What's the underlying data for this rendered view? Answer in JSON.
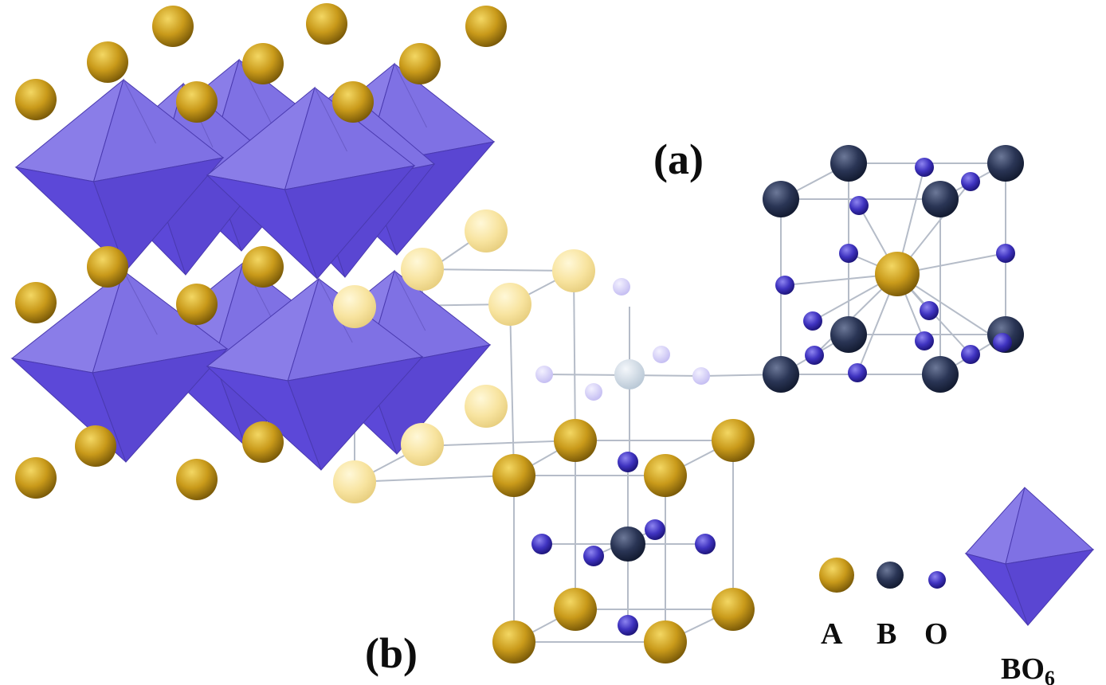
{
  "labels": {
    "panel_a": "(a)",
    "panel_b": "(b)"
  },
  "legend": {
    "a": "A",
    "b": "B",
    "o": "O",
    "bo6_main": "BO",
    "bo6_sub": "6"
  },
  "colors": {
    "a_atom": "#c99a1a",
    "b_atom": "#2a3555",
    "o_atom": "#3f33c0",
    "octahedron_light": "#8a7de8",
    "octahedron_dark": "#5c48d8",
    "bond": "#b5bcc8"
  }
}
